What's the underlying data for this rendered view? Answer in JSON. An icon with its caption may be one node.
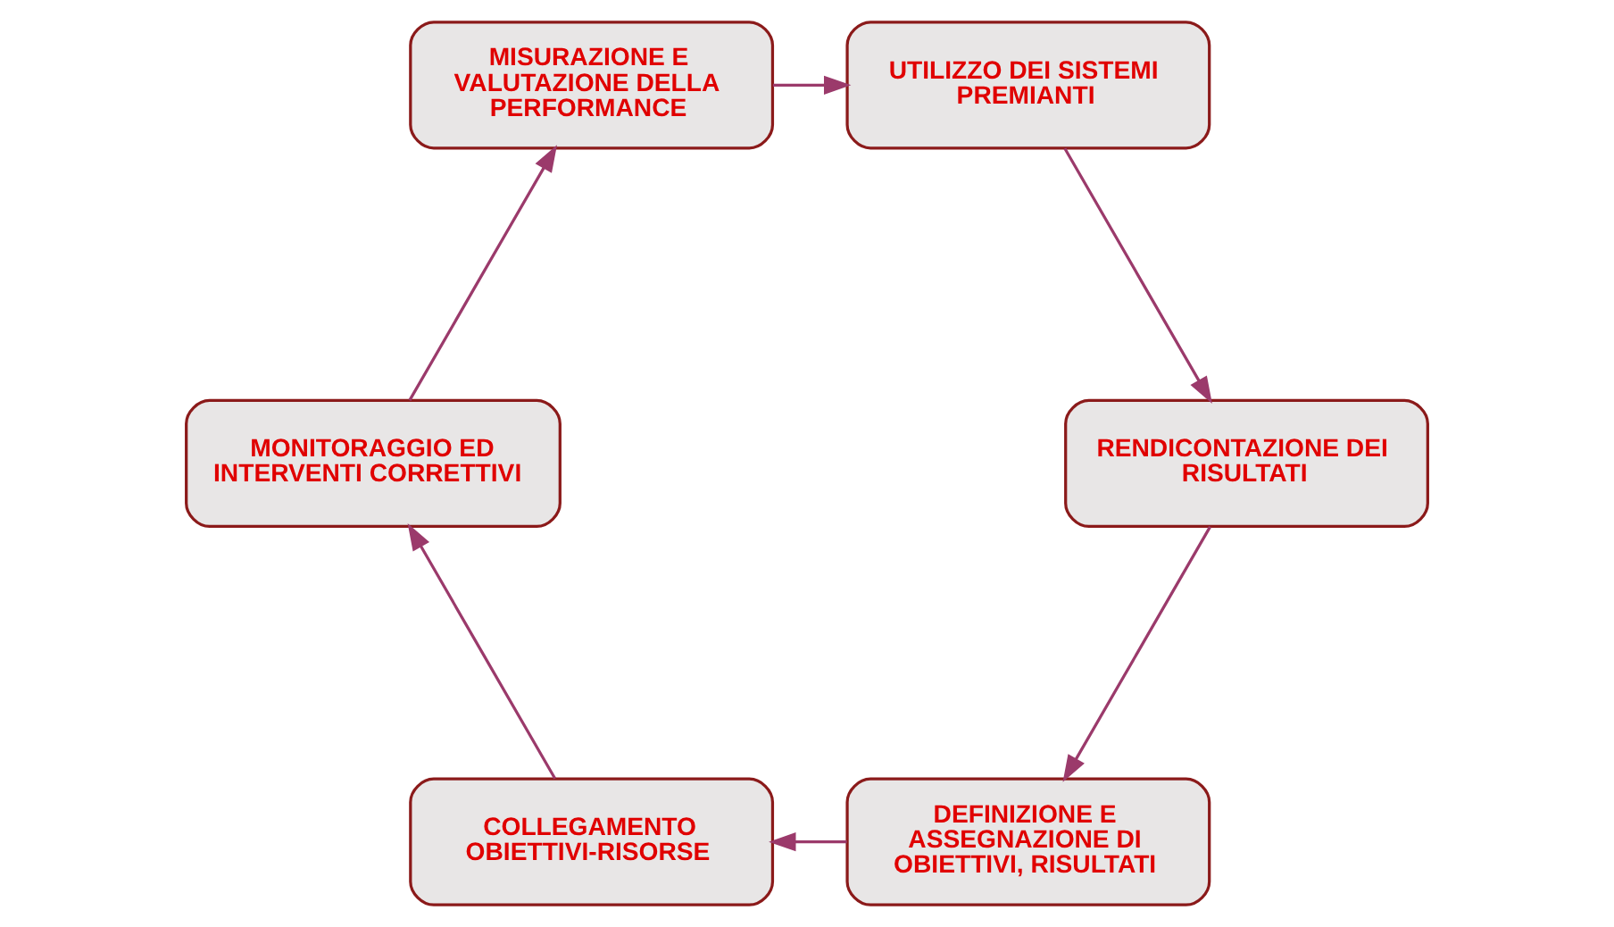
{
  "diagram": {
    "nodes": [
      {
        "text": [
          "DEFINIZIONE E ASSEGNAZIONE DI OBIETTIVI, RISULTATI"
        ]
      },
      {
        "text": [
          "COLLEGAMENTO OBIETTIVI-RISORSE"
        ]
      },
      {
        "text": [
          "MONITORAGGIO ED INTERVENTI CORRETTIVI"
        ]
      },
      {
        "text": [
          "MISURAZIONE E VALUTAZIONE DELLA PERFORMANCE"
        ]
      },
      {
        "text": [
          "UTILIZZO DEI SISTEMI PREMIANTI"
        ]
      },
      {
        "text": [
          "RENDICONTAZIONE DEI RISULTATI"
        ]
      }
    ],
    "edges": [
      {
        "from": 0,
        "to": 1,
        "arrow": "to"
      },
      {
        "from": 1,
        "to": 2,
        "arrow": "to"
      },
      {
        "from": 2,
        "to": 3,
        "arrow": "to"
      },
      {
        "from": 3,
        "to": 4,
        "arrow": "to"
      },
      {
        "from": 4,
        "to": 5,
        "arrow": "to"
      },
      {
        "from": 5,
        "to": 0,
        "arrow": "to"
      }
    ]
  }
}
